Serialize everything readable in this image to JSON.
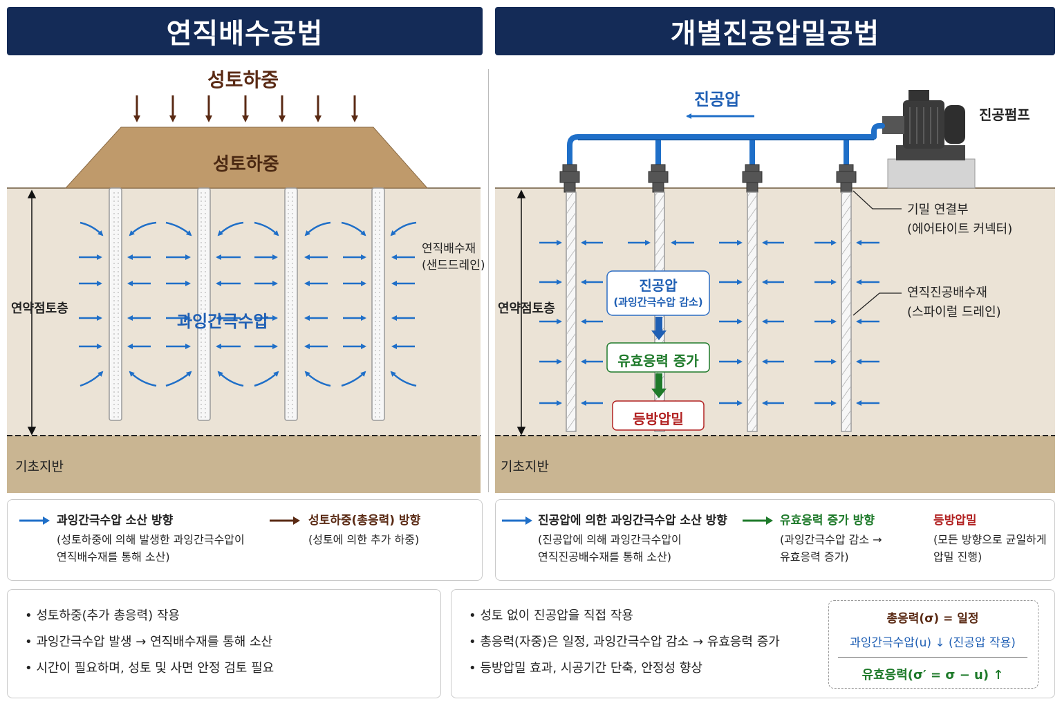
{
  "left": {
    "title": "연직배수공법",
    "load_top": "성토하중",
    "load_embank": "성토하중",
    "soft_clay": "연약점토층",
    "foundation": "기초지반",
    "drain_label1": "연직배수재",
    "drain_label2": "(샌드드레인)",
    "pore_pressure": "과잉간극수압"
  },
  "right": {
    "title": "개별진공압밀공법",
    "vacuum": "진공압",
    "pump": "진공펌프",
    "connector1": "기밀 연결부",
    "connector2": "(에어타이트 커넥터)",
    "drain1": "연직진공배수재",
    "drain2": "(스파이럴 드레인)",
    "soft_clay": "연약점토층",
    "foundation": "기초지반",
    "flow_box1_a": "진공압",
    "flow_box1_b": "(과잉간극수압 감소)",
    "flow_box2": "유효응력 증가",
    "flow_box3": "등방압밀"
  },
  "legend_left": {
    "item1_title": "과잉간극수압 소산 방향",
    "item1_desc1": "(성토하중에 의해 발생한 과잉간극수압이",
    "item1_desc2": "연직배수재를 통해 소산)",
    "item2_title": "성토하중(총응력) 방향",
    "item2_desc": "(성토에 의한 추가 하중)"
  },
  "legend_right": {
    "item1_title": "진공압에 의한 과잉간극수압 소산 방향",
    "item1_desc1": "(진공압에 의해 과잉간극수압이",
    "item1_desc2": "연직진공배수재를 통해 소산)",
    "item2_title": "유효응력 증가 방향",
    "item2_desc1": "(과잉간극수압 감소 →",
    "item2_desc2": "유효응력 증가)",
    "item3_title": "등방압밀",
    "item3_desc1": "(모든 방향으로 균일하게",
    "item3_desc2": "압밀 진행)"
  },
  "summary_left": [
    "• 성토하중(추가 총응력) 작용",
    "• 과잉간극수압 발생 → 연직배수재를 통해 소산",
    "• 시간이 필요하며, 성토 및 사면 안정 검토 필요"
  ],
  "summary_right": [
    "• 성토 없이 진공압을 직접 작용",
    "• 총응력(자중)은 일정, 과잉간극수압 감소 → 유효응력 증가",
    "• 등방압밀 효과, 시공기간 단축, 안정성 향상"
  ],
  "formula": {
    "line1": "총응력(σ) = 일정",
    "line2": "과잉간극수압(u) ↓ (진공압 작용)",
    "line3": "유효응력(σ′ = σ − u) ↑"
  },
  "colors": {
    "header": "#142b57",
    "blue_arrow": "#1f6fc8",
    "brown_arrow": "#5a2a14",
    "green": "#1e7a2a",
    "red": "#b22222",
    "soil": "#ebe3d6",
    "foundation": "#c9b592",
    "embankment": "#bf9a6b"
  }
}
